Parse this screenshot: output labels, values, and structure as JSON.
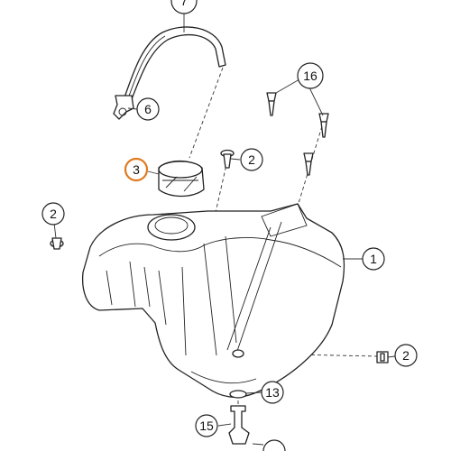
{
  "diagram": {
    "highlight_color": "#e07a1f",
    "callouts": [
      {
        "id": "c7",
        "label": "7",
        "highlighted": false
      },
      {
        "id": "c16",
        "label": "16",
        "highlighted": false
      },
      {
        "id": "c6",
        "label": "6",
        "highlighted": false
      },
      {
        "id": "c3",
        "label": "3",
        "highlighted": true
      },
      {
        "id": "c2a",
        "label": "2",
        "highlighted": false
      },
      {
        "id": "c2b",
        "label": "2",
        "highlighted": false
      },
      {
        "id": "c1",
        "label": "1",
        "highlighted": false
      },
      {
        "id": "c2c",
        "label": "2",
        "highlighted": false
      },
      {
        "id": "c13",
        "label": "13",
        "highlighted": false
      },
      {
        "id": "c15",
        "label": "15",
        "highlighted": false
      },
      {
        "id": "c14",
        "label": "",
        "highlighted": false
      }
    ]
  }
}
